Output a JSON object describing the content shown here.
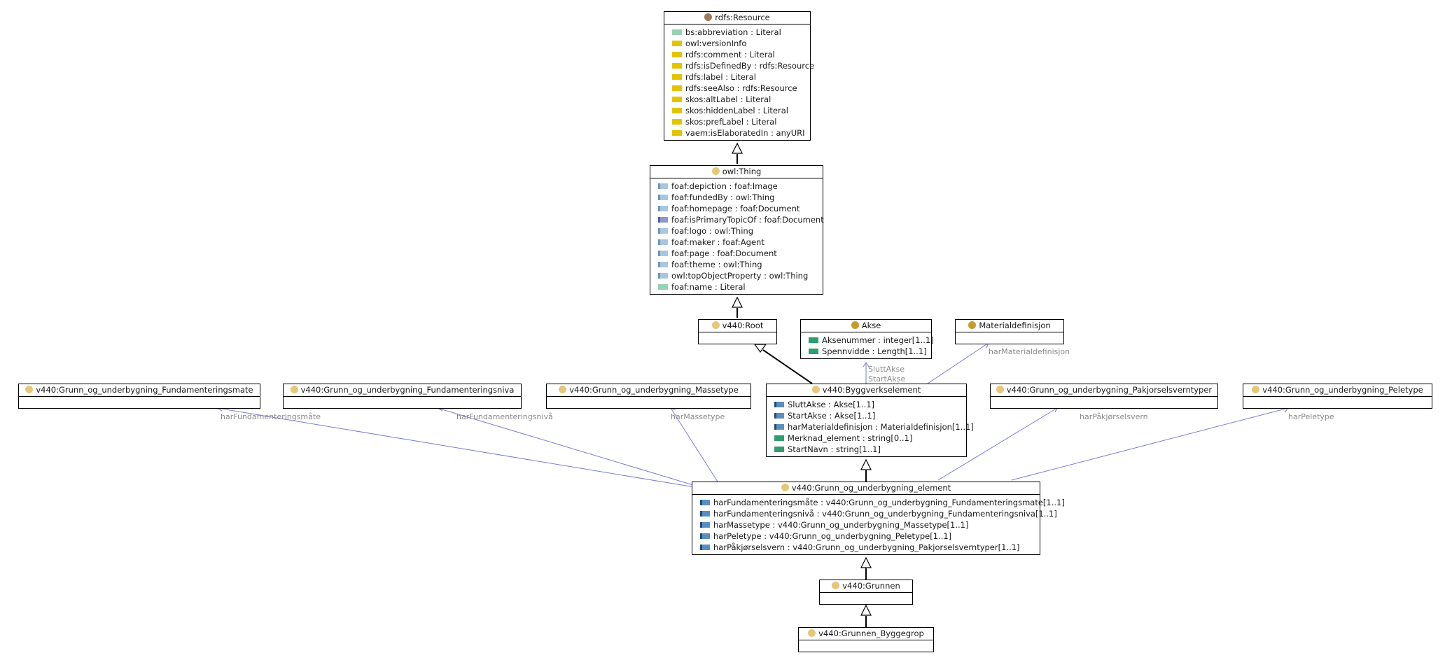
{
  "colors": {
    "annotation": "#cfe1d6",
    "datatype": "#e3c400",
    "object": "#4f86b8",
    "object_light": "#a9c6df",
    "data_green": "#2e9e6e",
    "dot_resource": "#a27a58",
    "dot_class": "#e6c77a",
    "dot_external": "#c79a2c",
    "assoc_line": "#7b7bd6",
    "inherit_line": "#000000"
  },
  "classes": {
    "rdfs_resource": {
      "name": "rdfs:Resource",
      "attrs": [
        {
          "text": "bs:abbreviation : Literal",
          "kind": "annotation"
        },
        {
          "text": "owl:versionInfo",
          "kind": "datatype"
        },
        {
          "text": "rdfs:comment : Literal",
          "kind": "datatype"
        },
        {
          "text": "rdfs:isDefinedBy : rdfs:Resource",
          "kind": "datatype"
        },
        {
          "text": "rdfs:label : Literal",
          "kind": "datatype"
        },
        {
          "text": "rdfs:seeAlso : rdfs:Resource",
          "kind": "datatype"
        },
        {
          "text": "skos:altLabel : Literal",
          "kind": "datatype"
        },
        {
          "text": "skos:hiddenLabel : Literal",
          "kind": "datatype"
        },
        {
          "text": "skos:prefLabel : Literal",
          "kind": "datatype"
        },
        {
          "text": "vaem:isElaboratedIn : anyURI",
          "kind": "datatype"
        }
      ]
    },
    "owl_thing": {
      "name": "owl:Thing",
      "attrs": [
        {
          "text": "foaf:depiction : foaf:Image",
          "kind": "object-light"
        },
        {
          "text": "foaf:fundedBy : owl:Thing",
          "kind": "object-light"
        },
        {
          "text": "foaf:homepage : foaf:Document",
          "kind": "object-light"
        },
        {
          "text": "foaf:isPrimaryTopicOf : foaf:Document",
          "kind": "object-light"
        },
        {
          "text": "foaf:logo : owl:Thing",
          "kind": "object-light"
        },
        {
          "text": "foaf:maker : foaf:Agent",
          "kind": "object-light"
        },
        {
          "text": "foaf:page : foaf:Document",
          "kind": "object-light"
        },
        {
          "text": "foaf:theme : owl:Thing",
          "kind": "object-light"
        },
        {
          "text": "owl:topObjectProperty : owl:Thing",
          "kind": "object-light"
        },
        {
          "text": "foaf:name : Literal",
          "kind": "annotation"
        }
      ]
    },
    "root": {
      "name": "v440:Root",
      "attrs": []
    },
    "akse": {
      "name": "Akse",
      "attrs": [
        {
          "text": "Aksenummer : integer[1..1]",
          "kind": "green"
        },
        {
          "text": "Spennvidde : Length[1..1]",
          "kind": "green"
        }
      ]
    },
    "materialdefinisjon": {
      "name": "Materialdefinisjon",
      "attrs": []
    },
    "fund_mate": {
      "name": "v440:Grunn_og_underbygning_Fundamenteringsmate",
      "attrs": []
    },
    "fund_niva": {
      "name": "v440:Grunn_og_underbygning_Fundamenteringsniva",
      "attrs": []
    },
    "massetype": {
      "name": "v440:Grunn_og_underbygning_Massetype",
      "attrs": []
    },
    "byggverkselement": {
      "name": "v440:Byggverkselement",
      "attrs": [
        {
          "text": "SluttAkse : Akse[1..1]",
          "kind": "object"
        },
        {
          "text": "StartAkse : Akse[1..1]",
          "kind": "object"
        },
        {
          "text": "harMaterialdefinisjon : Materialdefinisjon[1..1]",
          "kind": "object"
        },
        {
          "text": "Merknad_element : string[0..1]",
          "kind": "green"
        },
        {
          "text": "StartNavn : string[1..1]",
          "kind": "green"
        }
      ]
    },
    "pakjorsel": {
      "name": "v440:Grunn_og_underbygning_Pakjorselsverntyper",
      "attrs": []
    },
    "peletype": {
      "name": "v440:Grunn_og_underbygning_Peletype",
      "attrs": []
    },
    "gou_element": {
      "name": "v440:Grunn_og_underbygning_element",
      "attrs": [
        {
          "text": "harFundamenteringsmåte : v440:Grunn_og_underbygning_Fundamenteringsmate[1..1]",
          "kind": "object"
        },
        {
          "text": "harFundamenteringsnivå : v440:Grunn_og_underbygning_Fundamenteringsniva[1..1]",
          "kind": "object"
        },
        {
          "text": "harMassetype : v440:Grunn_og_underbygning_Massetype[1..1]",
          "kind": "object"
        },
        {
          "text": "harPeletype : v440:Grunn_og_underbygning_Peletype[1..1]",
          "kind": "object"
        },
        {
          "text": "harPåkjørselsvern : v440:Grunn_og_underbygning_Pakjorselsverntyper[1..1]",
          "kind": "object"
        }
      ]
    },
    "grunnen": {
      "name": "v440:Grunnen",
      "attrs": []
    },
    "byggegrop": {
      "name": "v440:Grunnen_Byggegrop",
      "attrs": []
    }
  },
  "links": {
    "harFundamenteringsmate": "harFundamenteringsmåte",
    "harFundamenteringsniva": "harFundamenteringsnivå",
    "harMassetype": "harMassetype",
    "harPakjorselsvern": "harPåkjørselsvern",
    "harPeletype": "harPeletype",
    "harMaterialdefinisjon": "harMaterialdefinisjon",
    "sluttAkse": "SluttAkse",
    "startAkse": "StartAkse"
  }
}
